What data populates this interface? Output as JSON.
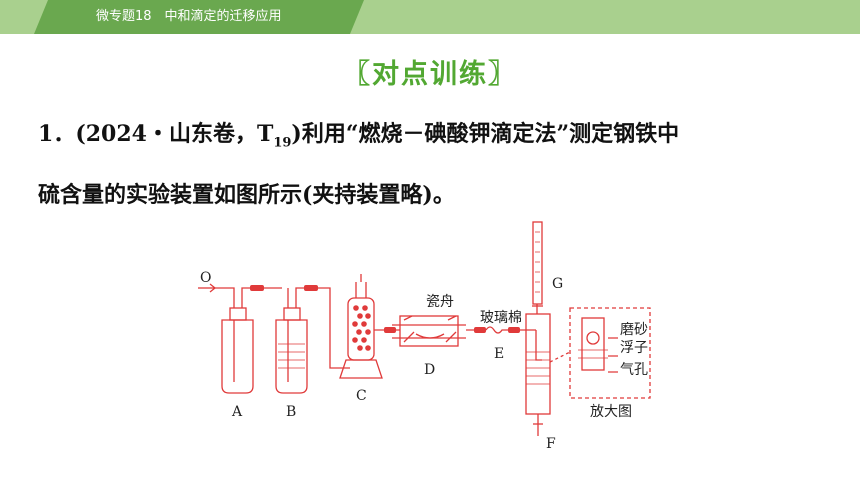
{
  "header": {
    "tab_title": "微专题18　中和滴定的迁移应用"
  },
  "section": {
    "title": "〖对点训练〗"
  },
  "question": {
    "number": "1．",
    "source_open": "(2024・山东卷，T",
    "source_sub": "19",
    "source_close": ")",
    "line1_rest": "利用“燃烧－碘酸钾滴定法”测定钢铁中",
    "line2": "硫含量的实验装置如图所示(夹持装置略)。"
  },
  "figure": {
    "label_o": "O",
    "label_a": "A",
    "label_b": "B",
    "label_c": "C",
    "label_d": "D",
    "label_e": "E",
    "label_f": "F",
    "label_g": "G",
    "label_boat": "瓷舟",
    "label_glass_wool": "玻璃棉",
    "label_ground_float": "磨砂",
    "label_float": "浮子",
    "label_air_hole": "气孔",
    "label_enlarged": "放大图"
  },
  "colors": {
    "header_band": "#a9d08e",
    "header_tab": "#6aa84f",
    "title_green": "#52a832",
    "apparatus_red": "#e03a3a"
  }
}
